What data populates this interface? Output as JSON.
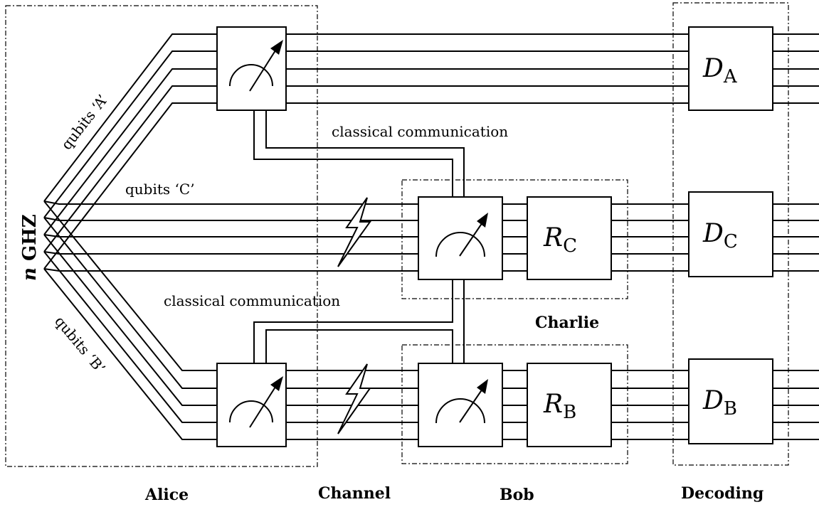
{
  "source_label": {
    "count": "n",
    "state": "GHZ"
  },
  "qubit_labels": {
    "a": "qubits ‘A’",
    "c": "qubits ‘C’",
    "b": "qubits ‘B’"
  },
  "classical_labels": {
    "top": "classical communication",
    "bottom": "classical communication"
  },
  "boxes": {
    "recovery_c": {
      "letter": "R",
      "sub": "C"
    },
    "recovery_b": {
      "letter": "R",
      "sub": "B"
    },
    "decoder_a": {
      "letter": "D",
      "sub": "A"
    },
    "decoder_c": {
      "letter": "D",
      "sub": "C"
    },
    "decoder_b": {
      "letter": "D",
      "sub": "B"
    }
  },
  "region_labels": {
    "charlie": "Charlie",
    "alice": "Alice",
    "channel": "Channel",
    "bob": "Bob",
    "decoding": "Decoding"
  }
}
